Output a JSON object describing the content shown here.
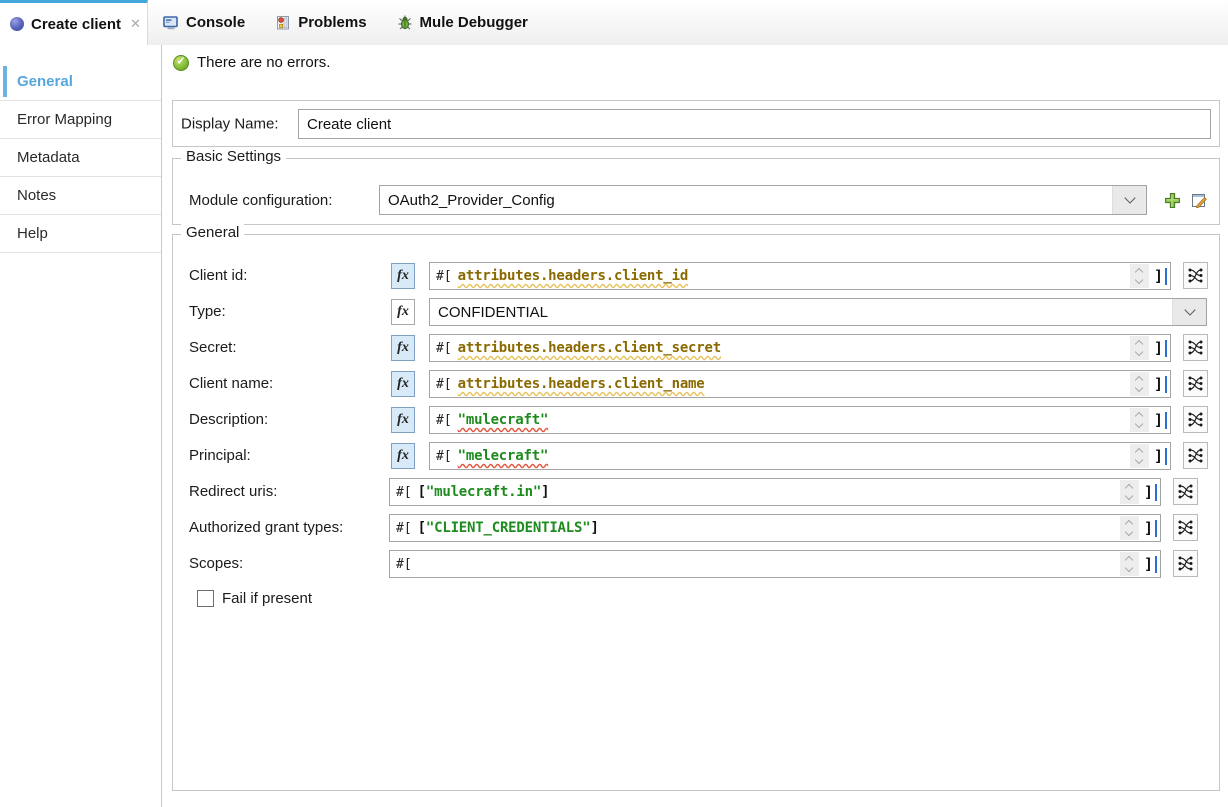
{
  "window": {
    "tabs": [
      {
        "label": "Create client",
        "icon": "operation-icon",
        "active": true,
        "closable": true
      },
      {
        "label": "Console",
        "icon": "console-icon",
        "active": false,
        "closable": false
      },
      {
        "label": "Problems",
        "icon": "problems-icon",
        "active": false,
        "closable": false
      },
      {
        "label": "Mule Debugger",
        "icon": "debugger-icon",
        "active": false,
        "closable": false
      }
    ]
  },
  "sidebar": {
    "items": [
      {
        "label": "General",
        "active": true
      },
      {
        "label": "Error Mapping",
        "active": false
      },
      {
        "label": "Metadata",
        "active": false
      },
      {
        "label": "Notes",
        "active": false
      },
      {
        "label": "Help",
        "active": false
      }
    ]
  },
  "status": {
    "icon": "ok-icon",
    "message": "There are no errors."
  },
  "display_name": {
    "label": "Display Name:",
    "value": "Create client"
  },
  "basic_settings": {
    "legend": "Basic Settings",
    "module_configuration": {
      "label": "Module configuration:",
      "value": "OAuth2_Provider_Config",
      "add_icon": "add-icon",
      "edit_icon": "edit-icon"
    }
  },
  "general": {
    "legend": "General",
    "fields": [
      {
        "label": "Client id:",
        "control": "expression",
        "fx": true,
        "fx_active": true,
        "prefix": "#[",
        "suffix": "]",
        "tokens": [
          {
            "text": "attributes.headers.client_id",
            "kind": "identifier",
            "underline": "warning"
          }
        ]
      },
      {
        "label": "Type:",
        "control": "select",
        "fx": true,
        "fx_active": false,
        "value": "CONFIDENTIAL"
      },
      {
        "label": "Secret:",
        "control": "expression",
        "fx": true,
        "fx_active": true,
        "prefix": "#[",
        "suffix": "]",
        "tokens": [
          {
            "text": "attributes.headers.client_secret",
            "kind": "identifier",
            "underline": "warning"
          }
        ]
      },
      {
        "label": "Client name:",
        "control": "expression",
        "fx": true,
        "fx_active": true,
        "prefix": "#[",
        "suffix": "]",
        "tokens": [
          {
            "text": "attributes.headers.client_name",
            "kind": "identifier",
            "underline": "warning"
          }
        ]
      },
      {
        "label": "Description:",
        "control": "expression",
        "fx": true,
        "fx_active": true,
        "prefix": "#[",
        "suffix": "]",
        "tokens": [
          {
            "text": "\"mulecraft\"",
            "kind": "string",
            "underline": "spelling"
          }
        ]
      },
      {
        "label": "Principal:",
        "control": "expression",
        "fx": true,
        "fx_active": true,
        "prefix": "#[",
        "suffix": "]",
        "tokens": [
          {
            "text": "\"melecraft\"",
            "kind": "string",
            "underline": "spelling"
          }
        ]
      },
      {
        "label": "Redirect uris:",
        "control": "expression",
        "fx": false,
        "prefix": "#[",
        "suffix": "]",
        "tokens": [
          {
            "text": "[",
            "kind": "plain"
          },
          {
            "text": "\"mulecraft.in\"",
            "kind": "string"
          },
          {
            "text": "]",
            "kind": "plain"
          }
        ]
      },
      {
        "label": "Authorized grant types:",
        "control": "expression",
        "fx": false,
        "prefix": "#[",
        "suffix": "]",
        "tokens": [
          {
            "text": "[",
            "kind": "plain"
          },
          {
            "text": "\"CLIENT_CREDENTIALS\"",
            "kind": "string"
          },
          {
            "text": "]",
            "kind": "plain"
          }
        ]
      },
      {
        "label": "Scopes:",
        "control": "expression",
        "fx": false,
        "prefix": "#[",
        "suffix": "]",
        "tokens": []
      }
    ],
    "fail_if_present": {
      "label": "Fail if present",
      "checked": false
    }
  },
  "colors": {
    "accent": "#44a7dc",
    "sidebar_active": "#55a7dc",
    "identifier": "#8a6a00",
    "string": "#1e8b1e",
    "warning_underline": "#e6c35c",
    "spelling_underline": "#e2543c",
    "fx_active_bg": "#d8eaf8",
    "ok_green": "#76b900"
  }
}
